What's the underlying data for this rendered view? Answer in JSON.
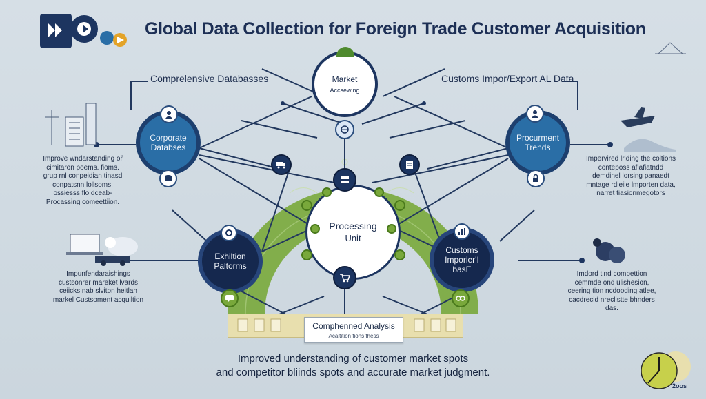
{
  "header": {
    "title": "Global Data Collection for Foreign Trade Customer Acquisition"
  },
  "sections": {
    "left_heading": "Comprelensive Databasses",
    "right_heading": "Customs Impor/Export AL Data"
  },
  "nodes": {
    "market": {
      "label": "Market",
      "sub": "Accsewing"
    },
    "corporate": {
      "label_1": "Corporate",
      "label_2": "Databses"
    },
    "procurement": {
      "label_1": "Procurment",
      "label_2": "Trends"
    },
    "processing": {
      "label_1": "Processing",
      "label_2": "Unit"
    },
    "exhibition": {
      "label_1": "Exhiltion",
      "label_2": "Paltorms"
    },
    "customs": {
      "label_1": "Customs",
      "label_2": "Imporier'I",
      "label_3": "basE"
    }
  },
  "descriptions": {
    "left_top": [
      "Improve wndarstanding oŕ",
      "cimitaron poems. fioms.",
      "grup rnl conpeidian tinasd",
      "conpatsnn lollsoms,",
      "ossiesss flo dceab-",
      "Procassing comeettiion."
    ],
    "right_top": [
      "Impervired lriding the coltions",
      "conteposs afiafiatndd",
      "demdinel lorsing panaedt",
      "mntage rdieiie lmporten data,",
      "narret tiasionmegotors"
    ],
    "left_bottom": [
      "Impunfendaraishings",
      "custsonrer mareket lvards",
      "ceiicks nab slviton heitlan",
      "markel Custsoment acquiltion"
    ],
    "right_bottom": [
      "Imdord tind compettion",
      "cemmde ond ulishesion,",
      "ceering tion ncdooding atlee,",
      "cacdrecid nreclistte bhnders",
      "das."
    ]
  },
  "analysis": {
    "title": "Comphenned Analysis",
    "sub": "Acaitition fions thess"
  },
  "footer": {
    "line_1": "Improved understanding of customer market spots",
    "line_2": "and competitor bliinds spots and accurate market judgment."
  },
  "badge": {
    "year": "2oos"
  },
  "colors": {
    "navy": "#15284e",
    "blue": "#2a6ea6",
    "green": "#79a83b",
    "tray": "#e8dfae",
    "background": "#cfd9e1"
  }
}
